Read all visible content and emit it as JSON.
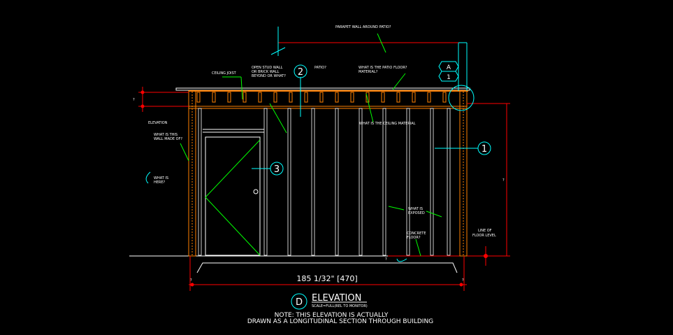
{
  "labels": {
    "parapet": "PARAPET WALL AROUND PATIO?",
    "patio": "PATIO?",
    "patio_floor_1": "WHAT IS THE PATIO FLOOR?",
    "patio_floor_2": "MATERIAL?",
    "ceiling_joist": "CEILING JOIST",
    "open_stud_1": "OPEN STUD WALL",
    "open_stud_2": "OR BRICK WALL",
    "open_stud_3": "BEYOND OR WHAT?",
    "ceiling_material": "WHAT IS THE CEILING MATERIAL",
    "elevation_small": "ELEVATION",
    "wall_made_1": "WHAT IS THIS",
    "wall_made_2": "WALL MADE OF?",
    "what_here_1": "WHAT IS",
    "what_here_2": "HERE?",
    "exposed_1": "WHAT IS",
    "exposed_2": "EXPOSED",
    "concrete_1": "CONCRETE",
    "concrete_2": "FLOOR?",
    "floor_level_1": "LINE OF",
    "floor_level_2": "FLOOR LEVEL"
  },
  "bubbles": {
    "b1": "1",
    "b2": "2",
    "b3": "3",
    "section_letter": "A",
    "section_number": "1",
    "title_letter": "D"
  },
  "dimensions": {
    "width": "185 1/32\" [470]",
    "unknown": "?"
  },
  "title": {
    "main": "ELEVATION",
    "scale": "SCALE=FULL(REL TO MONITOR)",
    "note_1": "NOTE: THIS ELEVATION IS ACTUALLY",
    "note_2": "DRAWN AS A LONGITUDINAL SECTION THROUGH BUILDING"
  },
  "colors": {
    "background": "#000000",
    "line": "#ffffff",
    "leader": "#00ff00",
    "bubble": "#00ffff",
    "dimension": "#ff0000",
    "framing": "#ff8000"
  }
}
